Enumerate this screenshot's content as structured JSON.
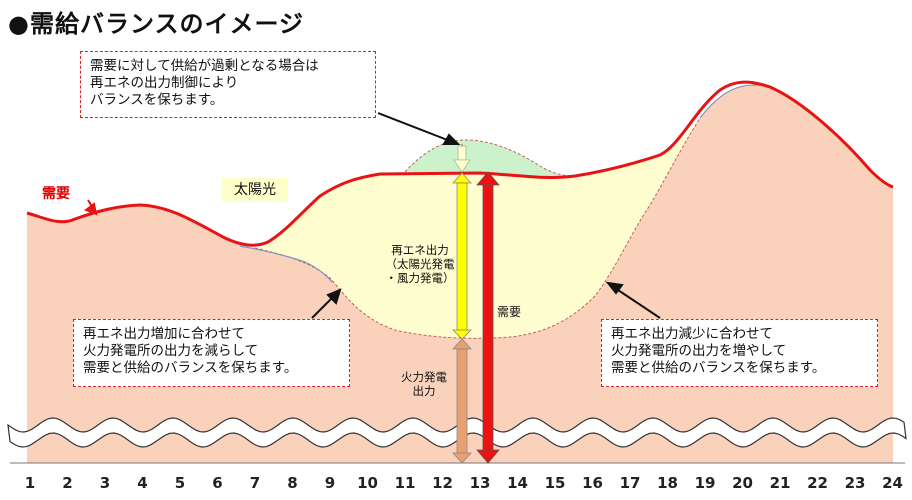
{
  "title": "●需給バランスのイメージ",
  "callouts": {
    "top": [
      "需要に対して供給が過剰となる場合は",
      "再エネの出力制御により",
      "バランスを保ちます。"
    ],
    "left": [
      "再エネ出力増加に合わせて",
      "火力発電所の出力を減らして",
      "需要と供給のバランスを保ちます。"
    ],
    "right": [
      "再エネ出力減少に合わせて",
      "火力発電所の出力を増やして",
      "需要と供給のバランスを保ちます。"
    ]
  },
  "labels": {
    "demand_curve": "需要",
    "solar": "太陽光",
    "renewable_output": [
      "再エネ出力",
      "（太陽光発電",
      "・風力発電）"
    ],
    "demand_arrow": "需要",
    "thermal_output": [
      "火力発電",
      "出力"
    ]
  },
  "hours": [
    "1",
    "2",
    "3",
    "4",
    "5",
    "6",
    "7",
    "8",
    "9",
    "10",
    "11",
    "12",
    "13",
    "14",
    "15",
    "16",
    "17",
    "18",
    "19",
    "20",
    "21",
    "22",
    "23",
    "24"
  ],
  "colors": {
    "demand_line": "#e81414",
    "thermal_fill": "#fad2bc",
    "renewable_fill": "#fdfdcf",
    "curtailed_fill": "#ccf2cc",
    "callout_border": "#e02020",
    "renewable_arrow": "#ffff00",
    "thermal_arrow": "#e8a070",
    "demand_arrow": "#ee1111"
  }
}
